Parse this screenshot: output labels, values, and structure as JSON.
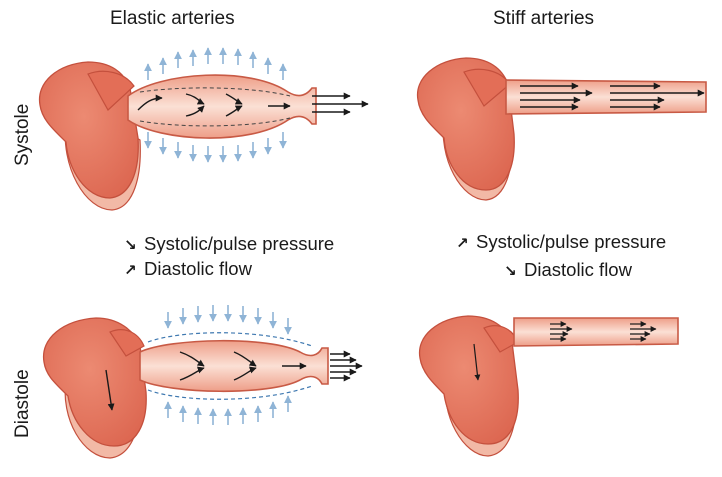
{
  "columns": {
    "elastic_title": "Elastic arteries",
    "stiff_title": "Stiff arteries"
  },
  "rows": {
    "systole_label": "Systole",
    "diastole_label": "Diastole"
  },
  "notes": {
    "elastic": [
      {
        "arrow": "↘",
        "text": "Systolic/pulse pressure"
      },
      {
        "arrow": "↗",
        "text": "Diastolic flow"
      }
    ],
    "stiff": [
      {
        "arrow": "↗",
        "text": "Systolic/pulse pressure"
      },
      {
        "arrow": "↘",
        "text": "Diastolic flow"
      }
    ]
  },
  "colors": {
    "heart_fill": "#e4735d",
    "heart_outline": "#c4503d",
    "heart_rim": "#f2b9a6",
    "vessel_fill": "#f7cfc0",
    "vessel_outline": "#c85a45",
    "flow_arrow": "#1a1a1a",
    "wall_arrow": "#8fb4d6"
  }
}
